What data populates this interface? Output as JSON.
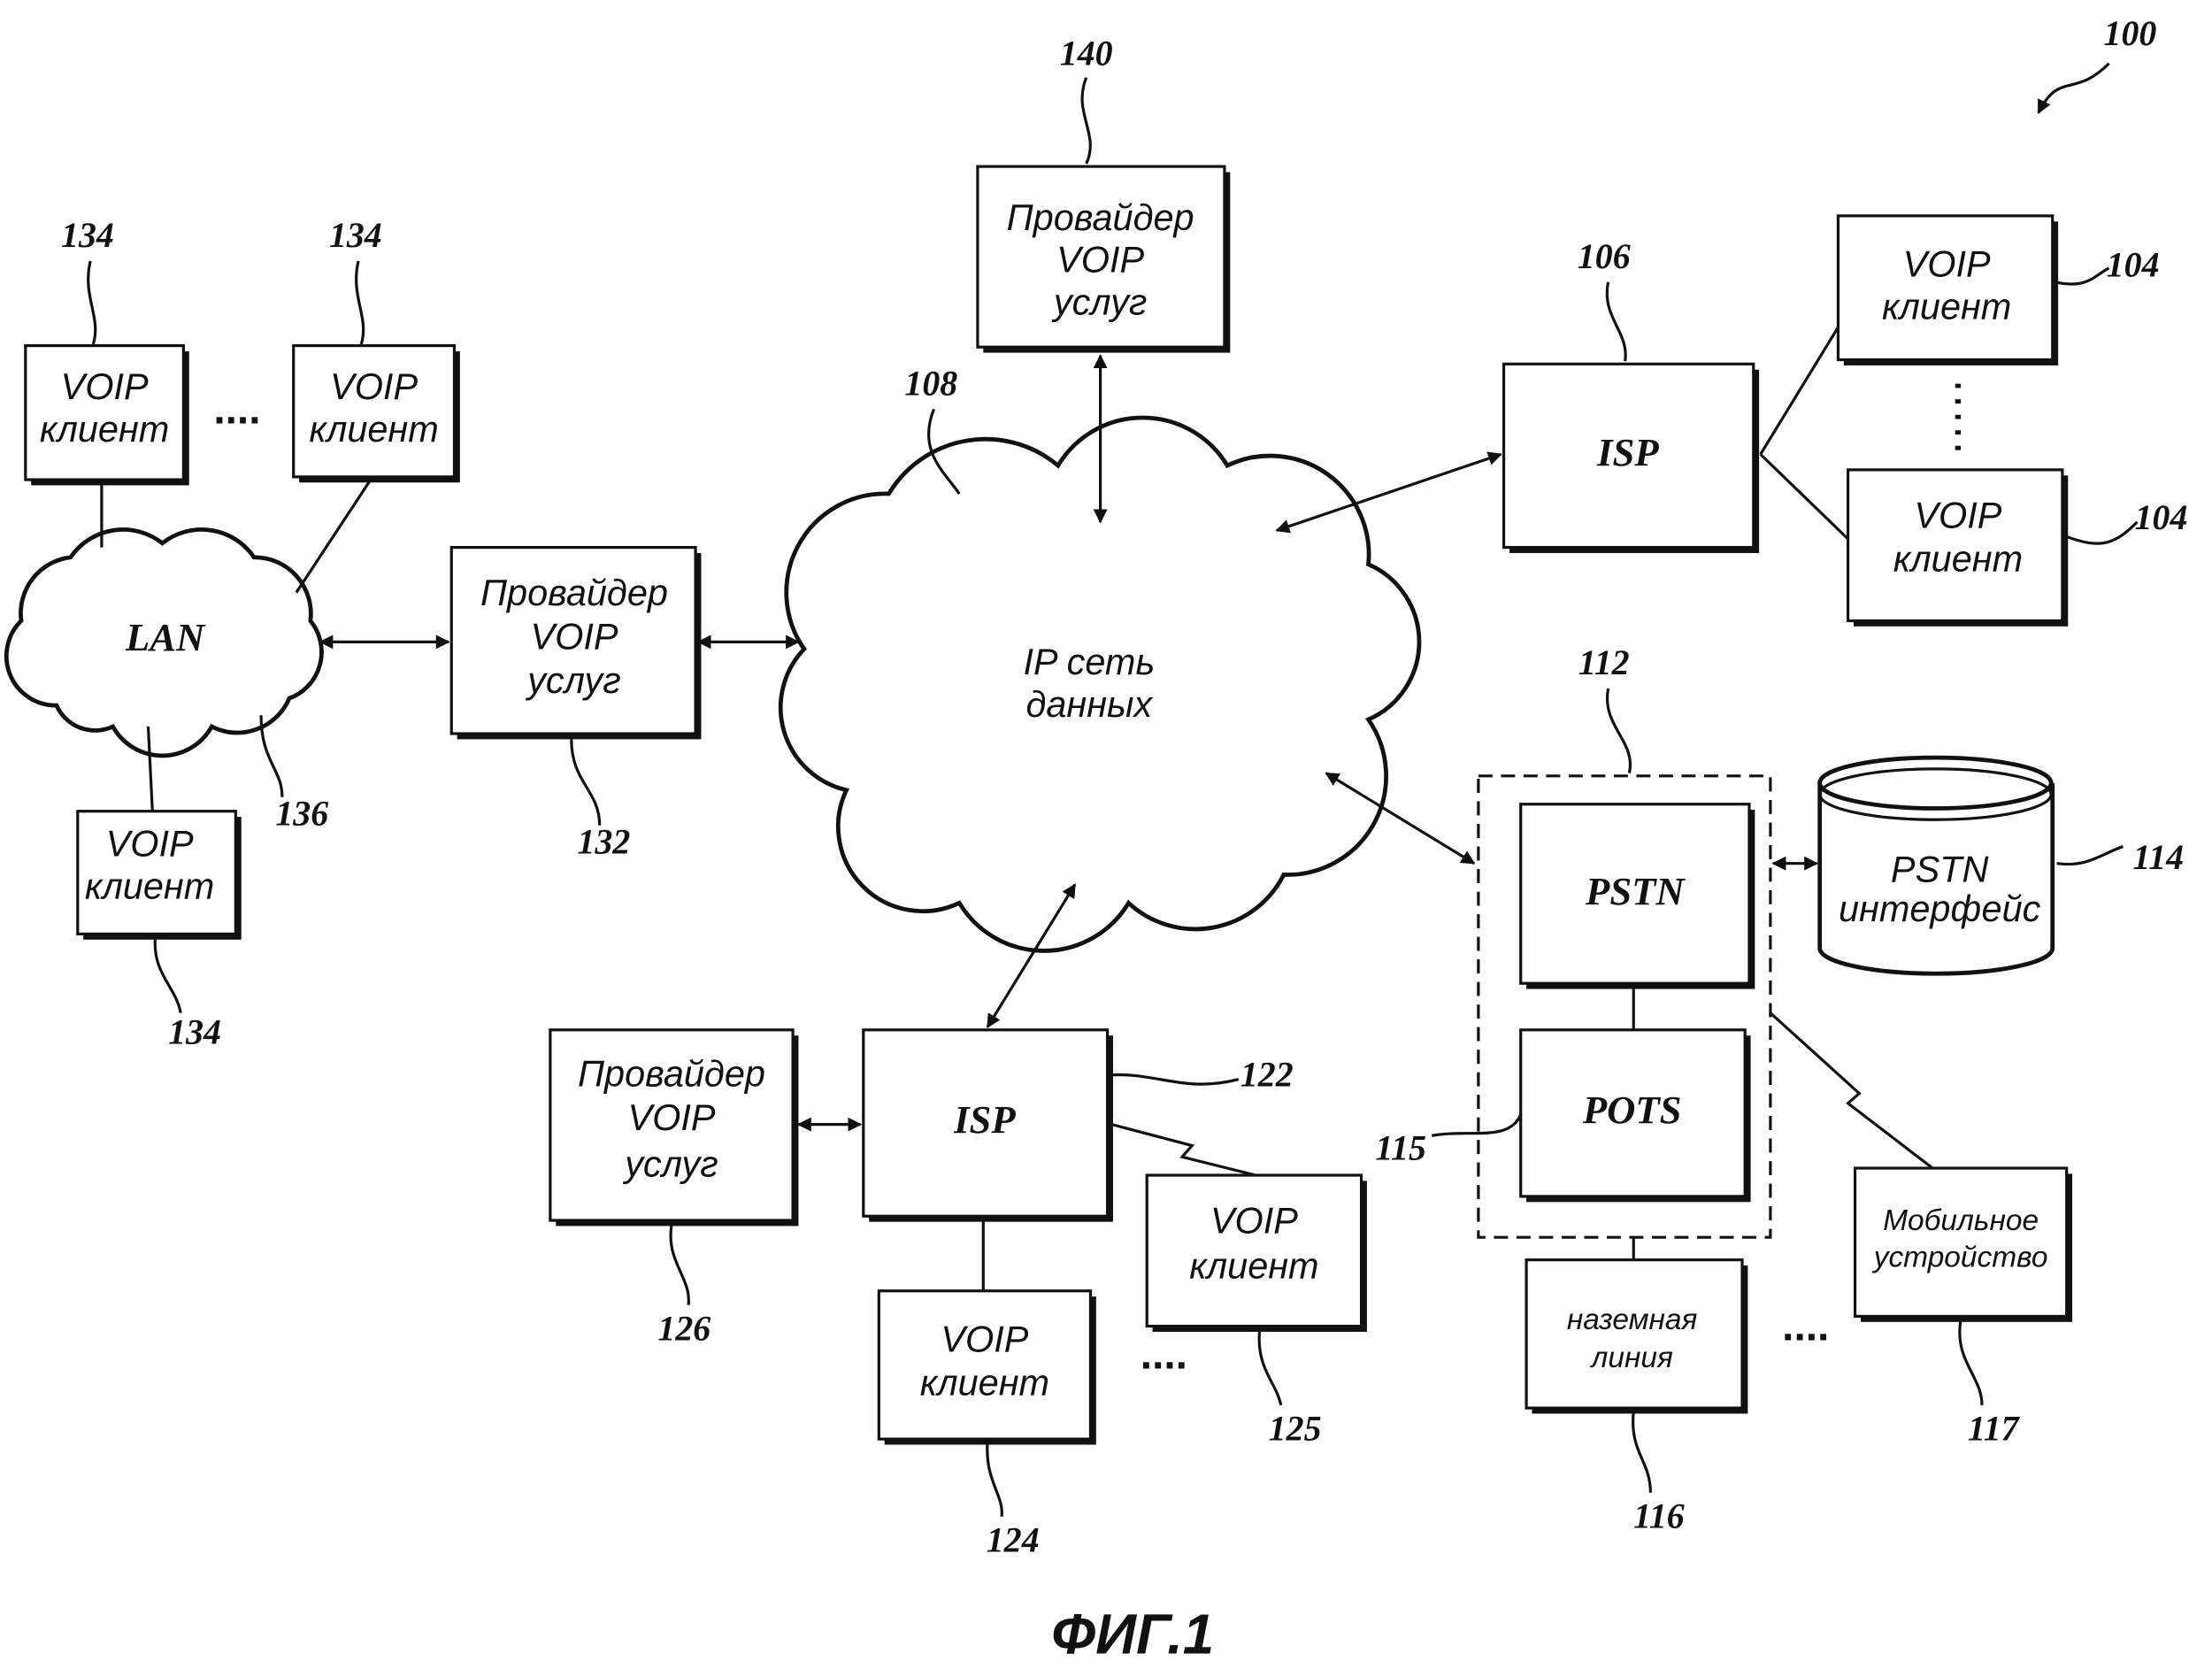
{
  "figure_label": "ФИГ.1",
  "refs": {
    "r100": "100",
    "r104a": "104",
    "r104b": "104",
    "r106": "106",
    "r108": "108",
    "r112": "112",
    "r114": "114",
    "r115": "115",
    "r116": "116",
    "r117": "117",
    "r122": "122",
    "r124": "124",
    "r125": "125",
    "r126": "126",
    "r132": "132",
    "r134a": "134",
    "r134b": "134",
    "r134c": "134",
    "r136": "136",
    "r140": "140"
  },
  "nodes": {
    "provider_140": [
      "Провайдер",
      "VOIP",
      "услуг"
    ],
    "provider_132": [
      "Провайдер",
      "VOIP",
      "услуг"
    ],
    "provider_126": [
      "Провайдер",
      "VOIP",
      "услуг"
    ],
    "ip_network": [
      "IP сеть",
      "данных"
    ],
    "lan": "LAN",
    "isp_106": "ISP",
    "isp_122": "ISP",
    "voip_client": [
      "VOIP",
      "клиент"
    ],
    "pstn": "PSTN",
    "pots": "POTS",
    "pstn_interface": [
      "PSTN",
      "интерфейс"
    ],
    "landline": [
      "наземная",
      "линия"
    ],
    "mobile": [
      "Мобильное",
      "устройство"
    ]
  },
  "ellipsis": "...."
}
